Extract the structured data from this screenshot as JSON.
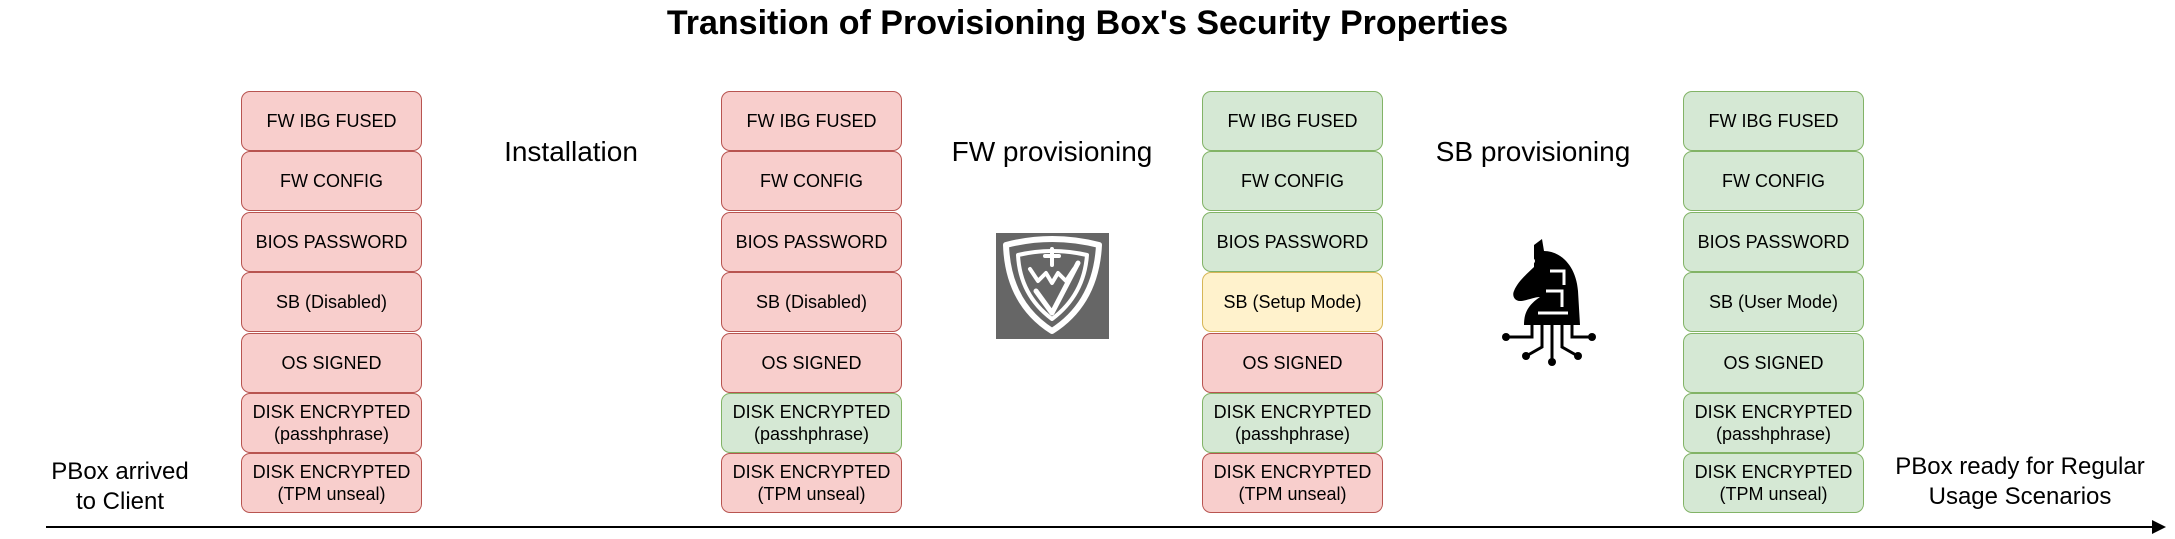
{
  "title": "Transition of Provisioning Box's Security Properties",
  "colors": {
    "red_fill": "#f8cecc",
    "green_fill": "#d5e8d4",
    "yellow_fill": "#fff2cc"
  },
  "columns": [
    {
      "boxes": [
        {
          "label": "FW IBG FUSED",
          "status": "red"
        },
        {
          "label": "FW CONFIG",
          "status": "red"
        },
        {
          "label": "BIOS PASSWORD",
          "status": "red"
        },
        {
          "label": "SB (Disabled)",
          "status": "red"
        },
        {
          "label": "OS SIGNED",
          "status": "red"
        },
        {
          "label": "DISK ENCRYPTED\n(passhphrase)",
          "status": "red"
        },
        {
          "label": "DISK ENCRYPTED\n(TPM unseal)",
          "status": "red"
        }
      ]
    },
    {
      "boxes": [
        {
          "label": "FW IBG FUSED",
          "status": "red"
        },
        {
          "label": "FW CONFIG",
          "status": "red"
        },
        {
          "label": "BIOS PASSWORD",
          "status": "red"
        },
        {
          "label": "SB (Disabled)",
          "status": "red"
        },
        {
          "label": "OS SIGNED",
          "status": "red"
        },
        {
          "label": "DISK ENCRYPTED\n(passhphrase)",
          "status": "green"
        },
        {
          "label": "DISK ENCRYPTED\n(TPM unseal)",
          "status": "red"
        }
      ]
    },
    {
      "boxes": [
        {
          "label": "FW IBG FUSED",
          "status": "green"
        },
        {
          "label": "FW CONFIG",
          "status": "green"
        },
        {
          "label": "BIOS PASSWORD",
          "status": "green"
        },
        {
          "label": "SB (Setup Mode)",
          "status": "yellow"
        },
        {
          "label": "OS SIGNED",
          "status": "red"
        },
        {
          "label": "DISK ENCRYPTED\n(passhphrase)",
          "status": "green"
        },
        {
          "label": "DISK ENCRYPTED\n(TPM unseal)",
          "status": "red"
        }
      ]
    },
    {
      "boxes": [
        {
          "label": "FW IBG FUSED",
          "status": "green"
        },
        {
          "label": "FW CONFIG",
          "status": "green"
        },
        {
          "label": "BIOS PASSWORD",
          "status": "green"
        },
        {
          "label": "SB (User Mode)",
          "status": "green"
        },
        {
          "label": "OS SIGNED",
          "status": "green"
        },
        {
          "label": "DISK ENCRYPTED\n(passhphrase)",
          "status": "green"
        },
        {
          "label": "DISK ENCRYPTED\n(TPM unseal)",
          "status": "green"
        }
      ]
    }
  ],
  "steps": {
    "installation": "Installation",
    "fw_provisioning": "FW provisioning",
    "sb_provisioning": "SB provisioning"
  },
  "captions": {
    "start": "PBox arrived\nto Client",
    "end": "PBox ready for Regular\nUsage Scenarios"
  },
  "icons": {
    "fw": "shield-crown-icon",
    "sb": "knight-circuit-icon"
  }
}
